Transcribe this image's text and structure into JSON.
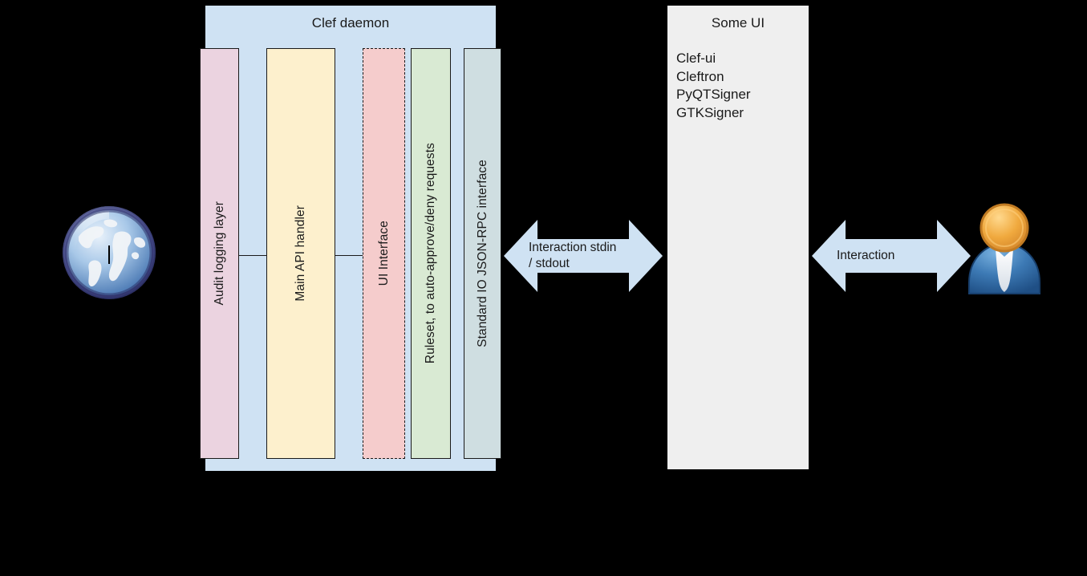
{
  "diagram": {
    "title_daemon": "Clef daemon",
    "daemon_columns": [
      {
        "key": "audit",
        "label": "Audit logging layer",
        "color": "#ebd3e0",
        "dashed": false
      },
      {
        "key": "api",
        "label": "Main API handler",
        "color": "#fdf0cd",
        "dashed": false
      },
      {
        "key": "ui",
        "label": "UI Interface",
        "color": "#f5cccc",
        "dashed": true
      },
      {
        "key": "ruleset",
        "label": "Ruleset, to auto-approve/deny requests",
        "color": "#d9ead3",
        "dashed": false
      },
      {
        "key": "stdio",
        "label": "Standard IO JSON-RPC interface",
        "color": "#cfdee1",
        "dashed": false
      }
    ],
    "some_ui": {
      "title": "Some UI",
      "items": [
        "Clef-ui",
        "Cleftron",
        "PyQTSigner",
        "GTKSigner"
      ]
    },
    "arrows": [
      {
        "key": "stdio_arrow",
        "label": "Interaction stdin\n/ stdout"
      },
      {
        "key": "interaction_arrow",
        "label": "Interaction"
      }
    ],
    "icons": {
      "globe": "globe-internet-icon",
      "user": "user-person-icon"
    },
    "colors": {
      "daemon_background": "#cfe2f3",
      "some_ui_background": "#efefef",
      "arrow_fill": "#cfe2f3",
      "stroke": "#1a1a1a",
      "canvas_background": "#000000"
    }
  }
}
